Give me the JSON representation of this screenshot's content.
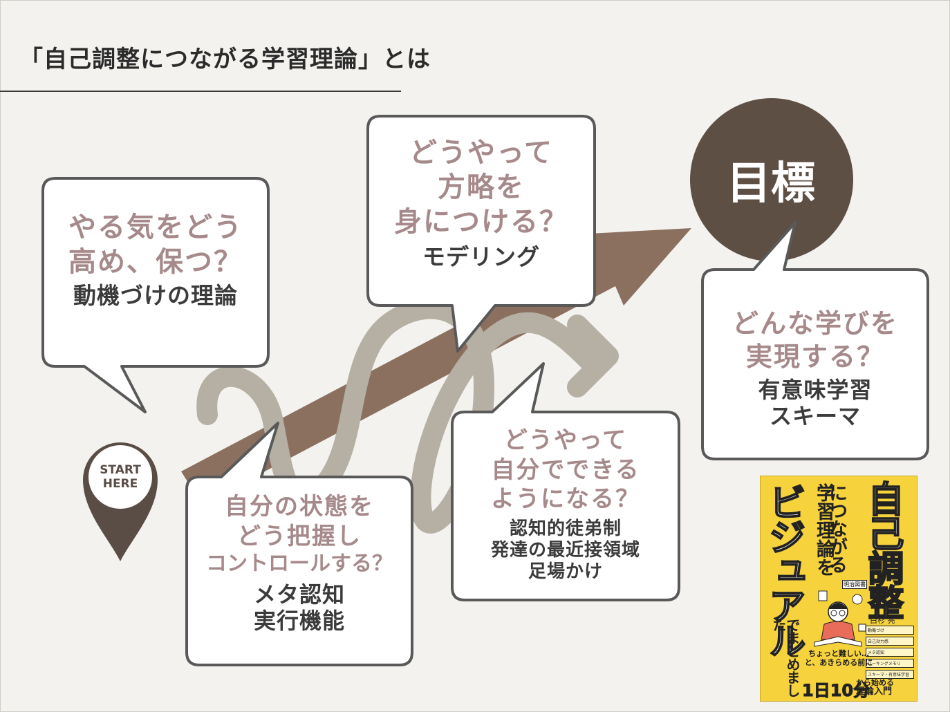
{
  "page": {
    "title": "「自己調整につながる学習理論」とは"
  },
  "start_pin": {
    "line1": "START",
    "line2": "HERE"
  },
  "goal": {
    "label": "目標"
  },
  "bubbles": {
    "motivation": {
      "q1": "やる気をどう",
      "q2": "高め、保つ？",
      "a1": "動機づけの理論"
    },
    "strategy": {
      "q1": "どうやって",
      "q2": "方略を",
      "q3": "身につける？",
      "a1": "モデリング"
    },
    "self_control": {
      "q1": "自分の状態を",
      "q2": "どう把握し",
      "q3": "コントロールする？",
      "a1": "メタ認知",
      "a2": "実行機能"
    },
    "independent": {
      "q1": "どうやって",
      "q2": "自分でできる",
      "q3": "ようになる？",
      "a1": "認知的徒弟制",
      "a2": "発達の最近接領域",
      "a3": "足場かけ"
    },
    "learning": {
      "q1": "どんな学びを",
      "q2": "実現する？",
      "a1": "有意味学習",
      "a2": "スキーマ"
    }
  },
  "book": {
    "title_main": "自己調整",
    "title_sub1": "につながる",
    "title_sub2": "学習理論を",
    "title_visual": "ビジュアル",
    "title_tail": "でまとめました",
    "author": "白杉 亮",
    "publisher": "明治図書",
    "catch1": "ちょっと難しい…",
    "catch2": "と、あきらめる前に",
    "badge": "1日10分",
    "tagline1": "から始める",
    "tagline2": "理論入門",
    "chapters": [
      "動機づけ",
      "自己効力感",
      "メタ認知",
      "ワーキングメモリ",
      "スキーマ・有意味学習"
    ]
  },
  "colors": {
    "background": "#f3f2ee",
    "bubble_border": "#595959",
    "question_text": "#a6898a",
    "answer_text": "#3b3b3b",
    "arrow": "#8b6f5f",
    "squiggle": "#b5b0a3",
    "goal_circle": "#5e4f45",
    "pin": "#5a4d46",
    "book_yellow": "#f6d23c"
  }
}
